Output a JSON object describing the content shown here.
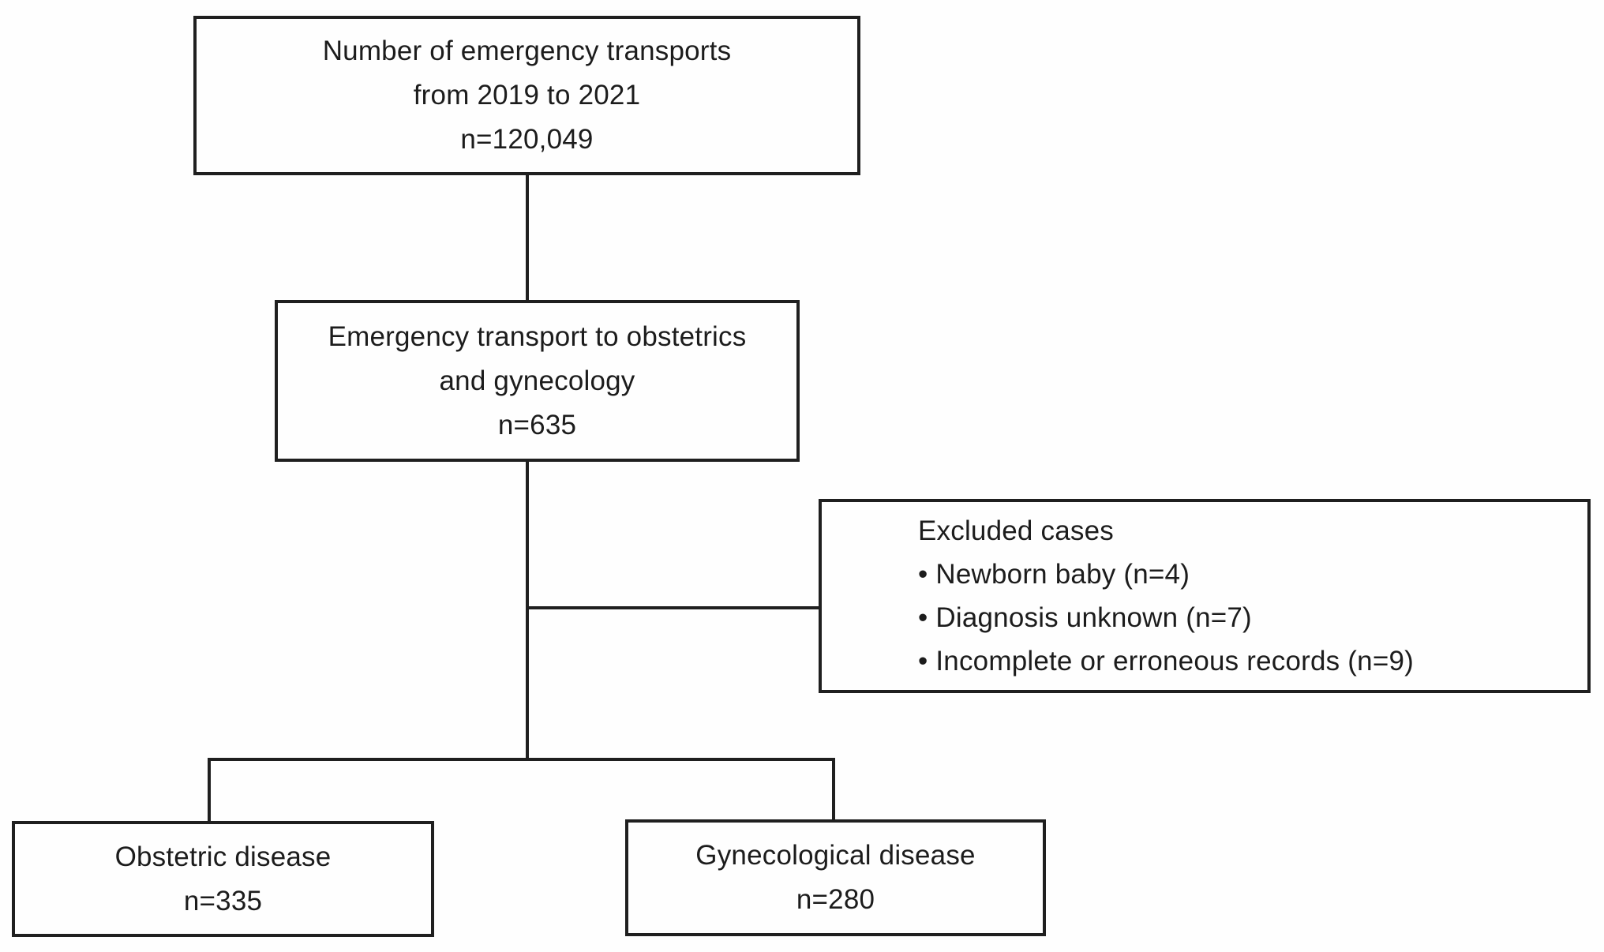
{
  "diagram": {
    "title": "Emergency transport study flow diagram",
    "colors": {
      "line": "#1f1f1f",
      "text": "#1c1c1c",
      "background": "#fefefe"
    },
    "nodes": {
      "total": {
        "line1": "Number of emergency transports",
        "line2": "from 2019 to 2021",
        "line3": "n=120,049"
      },
      "obgyn": {
        "line1": "Emergency transport to obstetrics",
        "line2": "and gynecology",
        "line3": "n=635"
      },
      "excluded": {
        "title": "Excluded cases",
        "item1": "• Newborn baby (n=4)",
        "item2": "• Diagnosis unknown (n=7)",
        "item3": "• Incomplete or erroneous records (n=9)"
      },
      "obstetric": {
        "line1": "Obstetric disease",
        "line2": "n=335"
      },
      "gynecological": {
        "line1": "Gynecological disease",
        "line2": "n=280"
      }
    },
    "counts": {
      "total": 120049,
      "obgyn": 635,
      "excluded_newborn": 4,
      "excluded_diagnosis_unknown": 7,
      "excluded_incomplete_records": 9,
      "obstetric": 335,
      "gynecological": 280
    }
  }
}
